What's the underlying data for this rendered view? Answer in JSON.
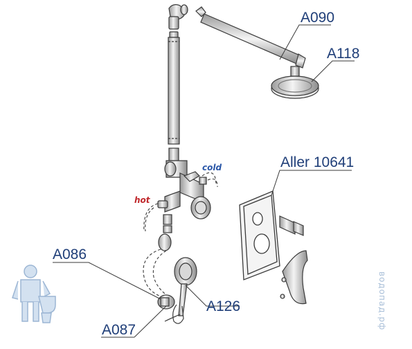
{
  "labels": {
    "A090": "A090",
    "A118": "A118",
    "aller": "Aller 10641",
    "A086": "A086",
    "A126": "A126",
    "A087": "A087"
  },
  "tags": {
    "cold": "cold",
    "hot": "hot"
  },
  "watermark": "водопад.рф",
  "colors": {
    "label": "#1f3e78",
    "line": "#3a3a3a",
    "cold": "#2a57a8",
    "hot": "#c0282c",
    "watermark": "#a9bfd8"
  }
}
